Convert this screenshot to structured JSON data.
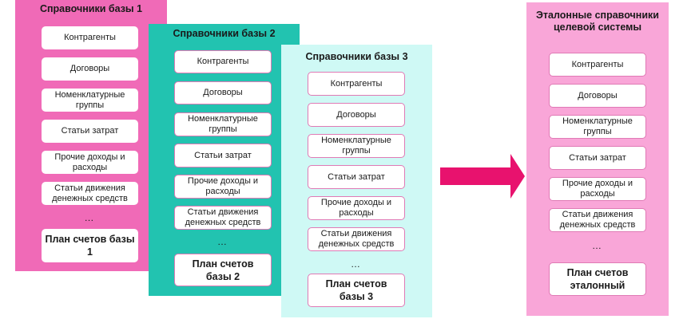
{
  "colors": {
    "panel1_bg": "#f06ab7",
    "panel2_bg": "#22c3b0",
    "panel3_bg": "#cff9f5",
    "target_bg": "#f9a6d8",
    "arrow": "#e8126e",
    "card_border": "#e07ab5"
  },
  "sources": [
    {
      "title": "Справочники базы 1",
      "items": [
        "Контрагенты",
        "Договоры",
        "Номенклатурные группы",
        "Статьи затрат",
        "Прочие доходы и расходы",
        "Статьи движения денежных средств"
      ],
      "ellipsis": "…",
      "plan": "План счетов базы 1"
    },
    {
      "title": "Справочники базы 2",
      "items": [
        "Контрагенты",
        "Договоры",
        "Номенклатурные группы",
        "Статьи затрат",
        "Прочие доходы и расходы",
        "Статьи движения денежных средств"
      ],
      "ellipsis": "…",
      "plan": "План счетов базы 2"
    },
    {
      "title": "Справочники базы 3",
      "items": [
        "Контрагенты",
        "Договоры",
        "Номенклатурные группы",
        "Статьи затрат",
        "Прочие доходы и расходы",
        "Статьи движения денежных средств"
      ],
      "ellipsis": "…",
      "plan": "План счетов базы 3"
    }
  ],
  "arrow_icon": "right-arrow",
  "target": {
    "title": "Эталонные справочники целевой системы",
    "items": [
      "Контрагенты",
      "Договоры",
      "Номенклатурные группы",
      "Статьи затрат",
      "Прочие доходы и расходы",
      "Статьи движения денежных средств"
    ],
    "ellipsis": "…",
    "plan": "План счетов эталонный"
  }
}
